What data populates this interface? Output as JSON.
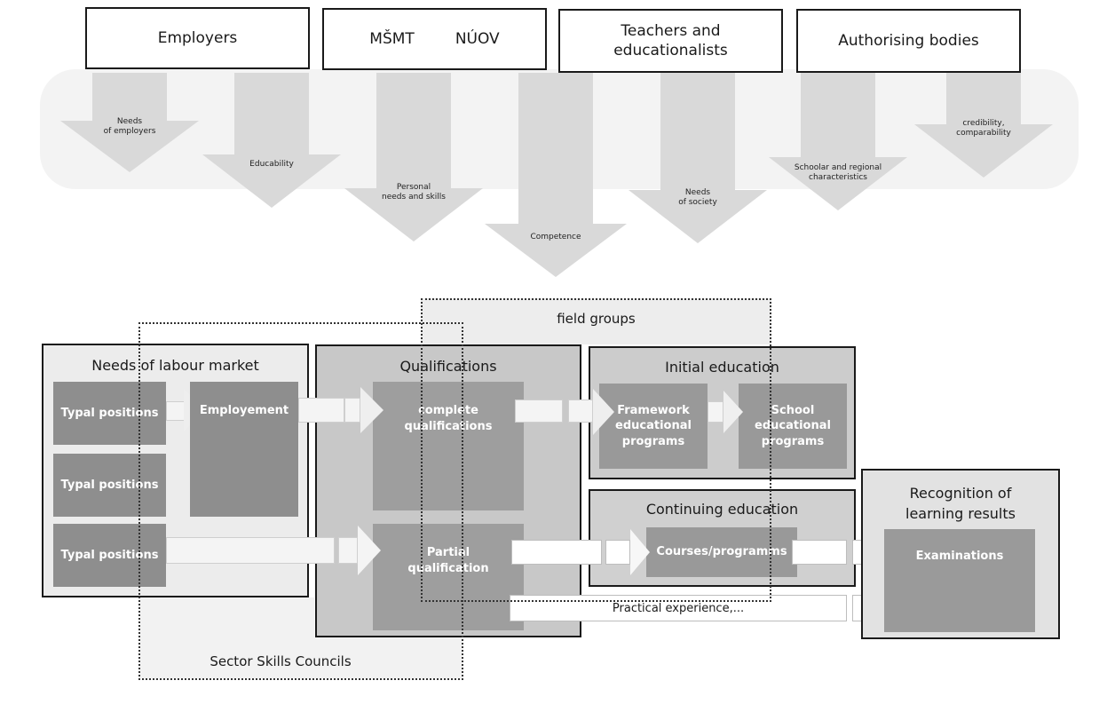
{
  "top_boxes": {
    "employers": "Employers",
    "msmt": "MŠMT",
    "nuov": "NÚOV",
    "teachers_line1": "Teachers and",
    "teachers_line2": "educationalists",
    "authorising": "Authorising bodies"
  },
  "arrows": {
    "needs_employers_1": "Needs",
    "needs_employers_2": "of employers",
    "educability": "Educability",
    "personal_1": "Personal",
    "personal_2": "needs and skills",
    "competence": "Competence",
    "needs_society_1": "Needs",
    "needs_society_2": "of society",
    "scholar_1": "Schoolar and regional",
    "scholar_2": "characteristics",
    "credibility_1": "credibility,",
    "credibility_2": "comparability"
  },
  "groups": {
    "field_groups": "field groups",
    "sector_skills": "Sector Skills Councils"
  },
  "labour": {
    "title": "Needs of labour market",
    "typal_1": "Typal positions",
    "typal_2": "Typal positions",
    "typal_3": "Typal positions",
    "employment": "Employement"
  },
  "qualifications": {
    "title": "Qualifications",
    "complete_1": "complete",
    "complete_2": "qualifications",
    "partial_1": "Partial",
    "partial_2": "qualification"
  },
  "initial": {
    "title": "Initial education",
    "framework_1": "Framework",
    "framework_2": "educational",
    "framework_3": "programs",
    "school_1": "School",
    "school_2": "educational",
    "school_3": "programs"
  },
  "continuing": {
    "title": "Continuing education",
    "courses": "Courses/programms"
  },
  "practical": "Practical experience,...",
  "recognition": {
    "title_1": "Recognition of",
    "title_2": "learning results",
    "examinations": "Examinations"
  }
}
